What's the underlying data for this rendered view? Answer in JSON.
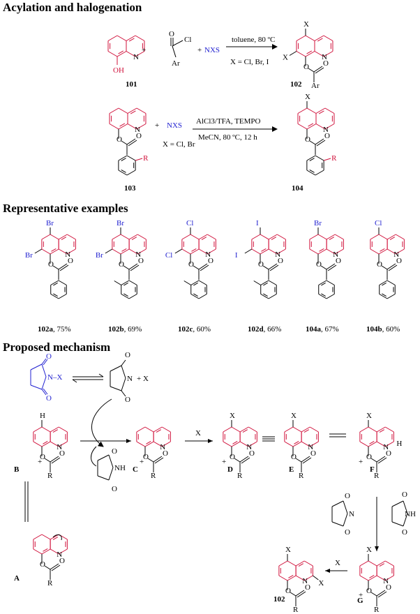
{
  "headings": {
    "s1": "Acylation and halogenation",
    "s2": "Representative examples",
    "s3": "Proposed mechanism"
  },
  "reaction1": {
    "plus": "+",
    "reagent": "NXS",
    "conditions": "toluene, 80 ºC",
    "x_def": "X = Cl, Br, I",
    "sm_label": "101",
    "prod_label": "102",
    "oh": "OH",
    "acyl_o": "O",
    "acyl_cl": "Cl",
    "acyl_ar": "Ar"
  },
  "reaction2": {
    "plus": "+",
    "reagent": "NXS",
    "cond1": "AlCl3/TFA, TEMPO",
    "cond2": "MeCN, 80 ºC, 12 h",
    "x_def": "X = Cl, Br",
    "sm_label": "103",
    "prod_label": "104",
    "r": "R"
  },
  "examples": [
    {
      "id": "102a",
      "yield": ", 75%",
      "x": "Br",
      "x7": "Br",
      "ring": "benzoyl"
    },
    {
      "id": "102b",
      "yield": ", 69%",
      "x": "Br",
      "x7": "Br",
      "ring": "o-toluoyl"
    },
    {
      "id": "102c",
      "yield": ", 60%",
      "x": "Cl",
      "x7": "Cl",
      "ring": "o-toluoyl"
    },
    {
      "id": "102d",
      "yield": ", 66%",
      "x": "I",
      "x7": "I",
      "ring": "o-toluoyl"
    },
    {
      "id": "104a",
      "yield": ", 67%",
      "x": "Br",
      "x7": "",
      "ring": "benzoyl"
    },
    {
      "id": "104b",
      "yield": ", 60%",
      "x": "Cl",
      "x7": "",
      "ring": "benzoyl"
    }
  ],
  "mechanism": {
    "nx": "N–X",
    "plus_x": "+ X",
    "nh": "NH",
    "labels": [
      "A",
      "B",
      "C",
      "D",
      "E",
      "F",
      "G",
      "102"
    ],
    "x": "X",
    "h": "H",
    "r": "R"
  },
  "atoms": {
    "n": "N",
    "o": "O",
    "x": "X",
    "plus": "+"
  },
  "colors": {
    "heading": "#000000",
    "reagent": "#1f1fd0",
    "ring": "#d0103a",
    "succinimide": "#1f1fd0"
  }
}
